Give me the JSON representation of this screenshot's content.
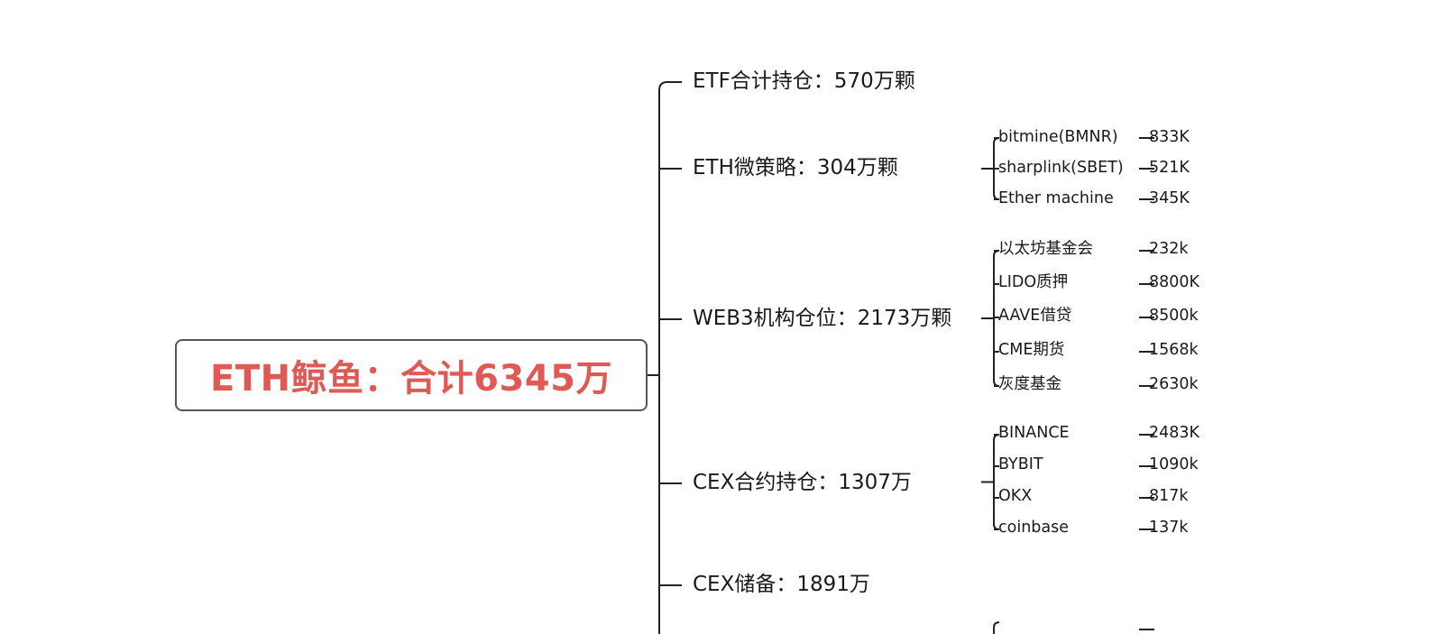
{
  "root": {
    "title": "ETH鲸鱼：合计6345万"
  },
  "branches": [
    {
      "label": "ETF合计持仓：570万颗",
      "children": []
    },
    {
      "label": "ETH微策略：304万颗",
      "children": [
        {
          "name": "bitmine(BMNR)",
          "value": "833K"
        },
        {
          "name": "sharplink(SBET)",
          "value": "521K"
        },
        {
          "name": "Ether machine",
          "value": "345K"
        }
      ]
    },
    {
      "label": "WEB3机构仓位：2173万颗",
      "children": [
        {
          "name": "以太坊基金会",
          "value": "232k"
        },
        {
          "name": "LIDO质押",
          "value": "8800K"
        },
        {
          "name": "AAVE借贷",
          "value": "8500k"
        },
        {
          "name": "CME期货",
          "value": "1568k"
        },
        {
          "name": "灰度基金",
          "value": "2630k"
        }
      ]
    },
    {
      "label": "CEX合约持仓：1307万",
      "children": [
        {
          "name": "BINANCE",
          "value": "2483K"
        },
        {
          "name": "BYBIT",
          "value": "1090k"
        },
        {
          "name": "OKX",
          "value": "817k"
        },
        {
          "name": "coinbase",
          "value": "137k"
        }
      ]
    },
    {
      "label": "CEX储备：1891万",
      "children": []
    }
  ],
  "partial_bottom": {
    "name": "",
    "value": ""
  },
  "colors": {
    "accent": "#e05a55",
    "line": "#222222",
    "border": "#555555"
  }
}
